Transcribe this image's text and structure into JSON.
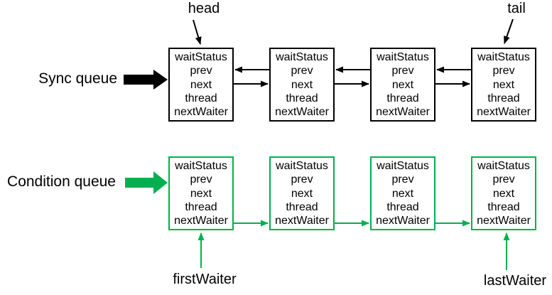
{
  "labels": {
    "head": "head",
    "tail": "tail",
    "sync_queue": "Sync queue",
    "condition_queue": "Condition queue",
    "first_waiter": "firstWaiter",
    "last_waiter": "lastWaiter"
  },
  "node_fields": [
    "waitStatus",
    "prev",
    "next",
    "thread",
    "nextWaiter"
  ],
  "sync_queue": {
    "node_count": 4,
    "link_arrows": [
      "prev (points left)",
      "next (points right)"
    ]
  },
  "condition_queue": {
    "node_count": 4,
    "link_arrows": [
      "nextWaiter (points right)"
    ]
  },
  "colors": {
    "sync_queue": "#000000",
    "condition_queue": "#00B050",
    "background": "#ffffff",
    "text": "#000000"
  }
}
